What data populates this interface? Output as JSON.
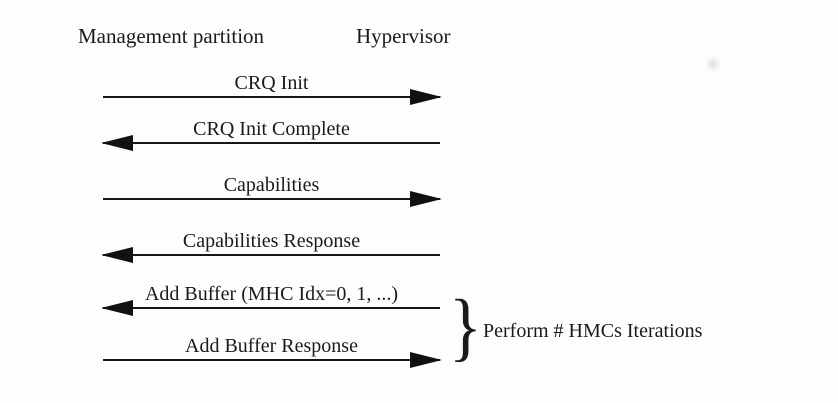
{
  "diagram": {
    "headers": {
      "left": "Management partition",
      "right": "Hypervisor"
    },
    "messages": [
      {
        "label": "CRQ Init",
        "direction": "right"
      },
      {
        "label": "CRQ Init Complete",
        "direction": "left"
      },
      {
        "label": "Capabilities",
        "direction": "right"
      },
      {
        "label": "Capabilities Response",
        "direction": "left"
      },
      {
        "label": "Add Buffer (MHC Idx=0, 1, ...)",
        "direction": "left"
      },
      {
        "label": "Add Buffer Response",
        "direction": "right"
      }
    ],
    "group": {
      "brace": "}",
      "label": "Perform # HMCs Iterations",
      "applies_to": [
        "Add Buffer (MHC Idx=0, 1, ...)",
        "Add Buffer Response"
      ]
    },
    "colors": {
      "ink": "#1a1a1a",
      "background": "#fdfdfd"
    }
  }
}
